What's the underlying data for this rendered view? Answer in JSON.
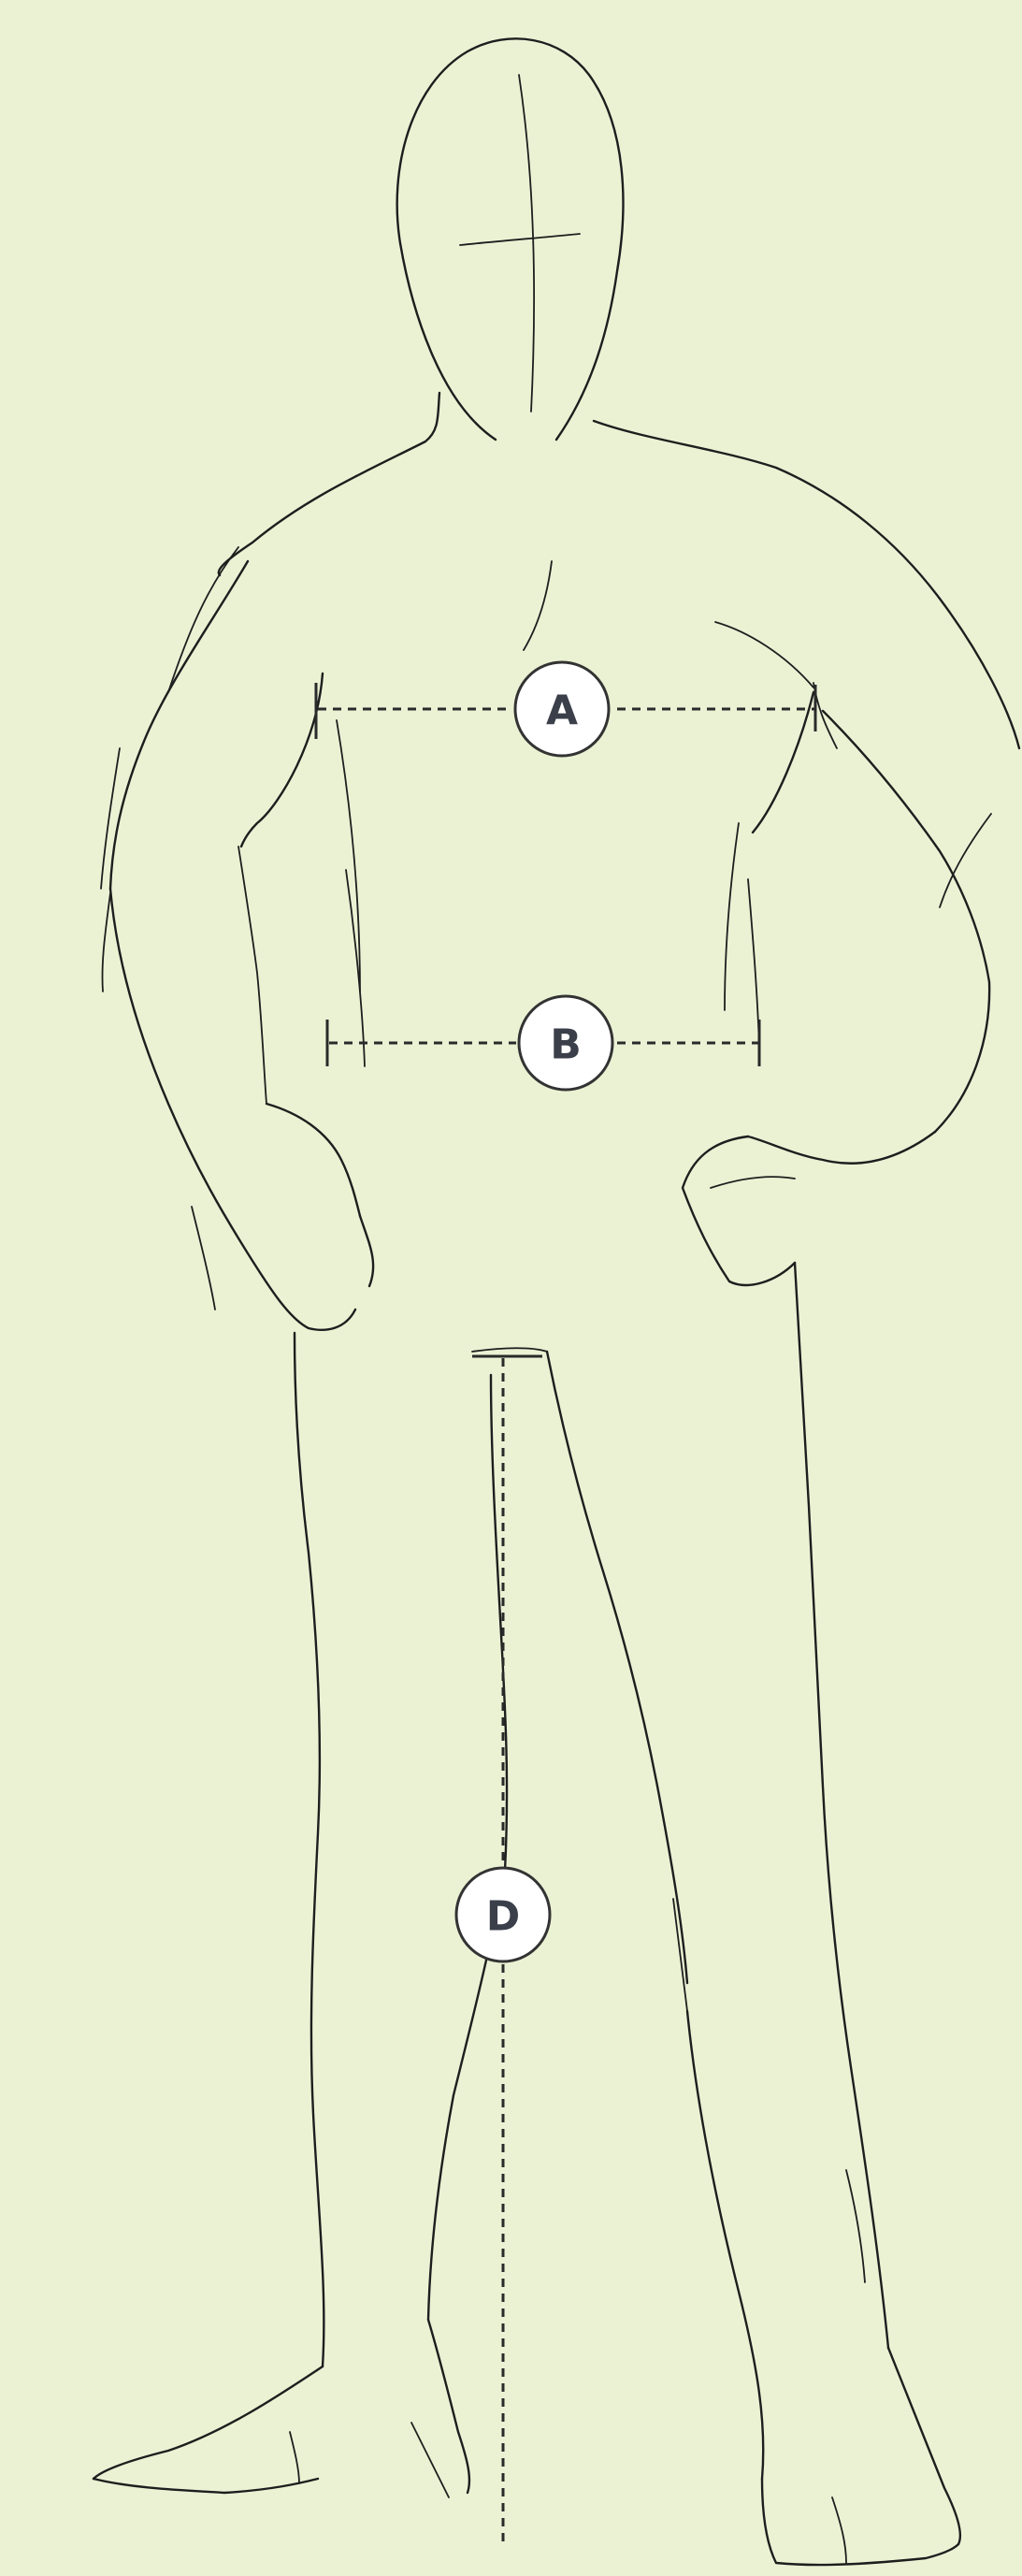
{
  "colors": {
    "background": "#ebf2d4",
    "line": "#1e1e1e",
    "marker_fill": "#ffffff",
    "marker_text": "#3a3f4a"
  },
  "markers": {
    "a": {
      "label": "A"
    },
    "b": {
      "label": "B"
    },
    "d": {
      "label": "D"
    }
  }
}
